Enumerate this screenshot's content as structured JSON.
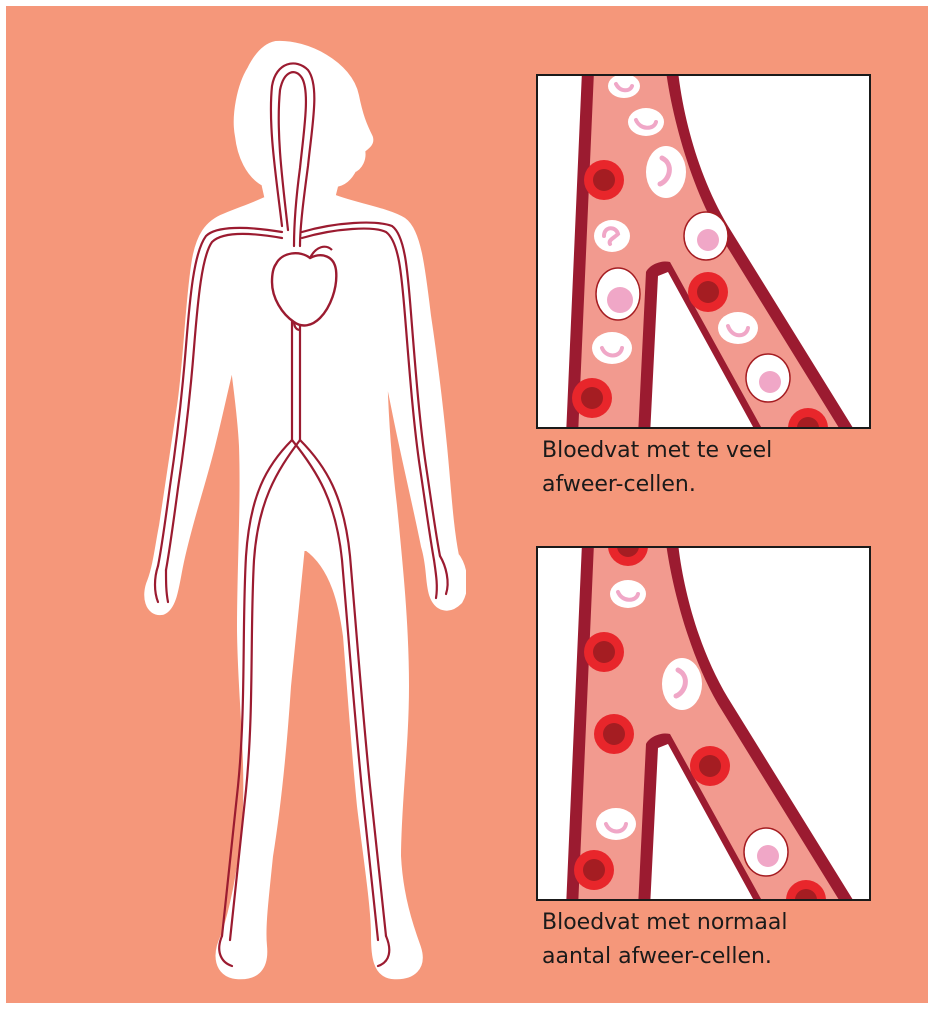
{
  "background_color": "#f5977a",
  "vessel_color": "#9b1b30",
  "captions": {
    "top": {
      "line1": "Bloedvat met te veel",
      "line2": "afweer-cellen."
    },
    "bottom": {
      "line1": "Bloedvat met normaal",
      "line2": "aantal afweer-cellen."
    }
  }
}
